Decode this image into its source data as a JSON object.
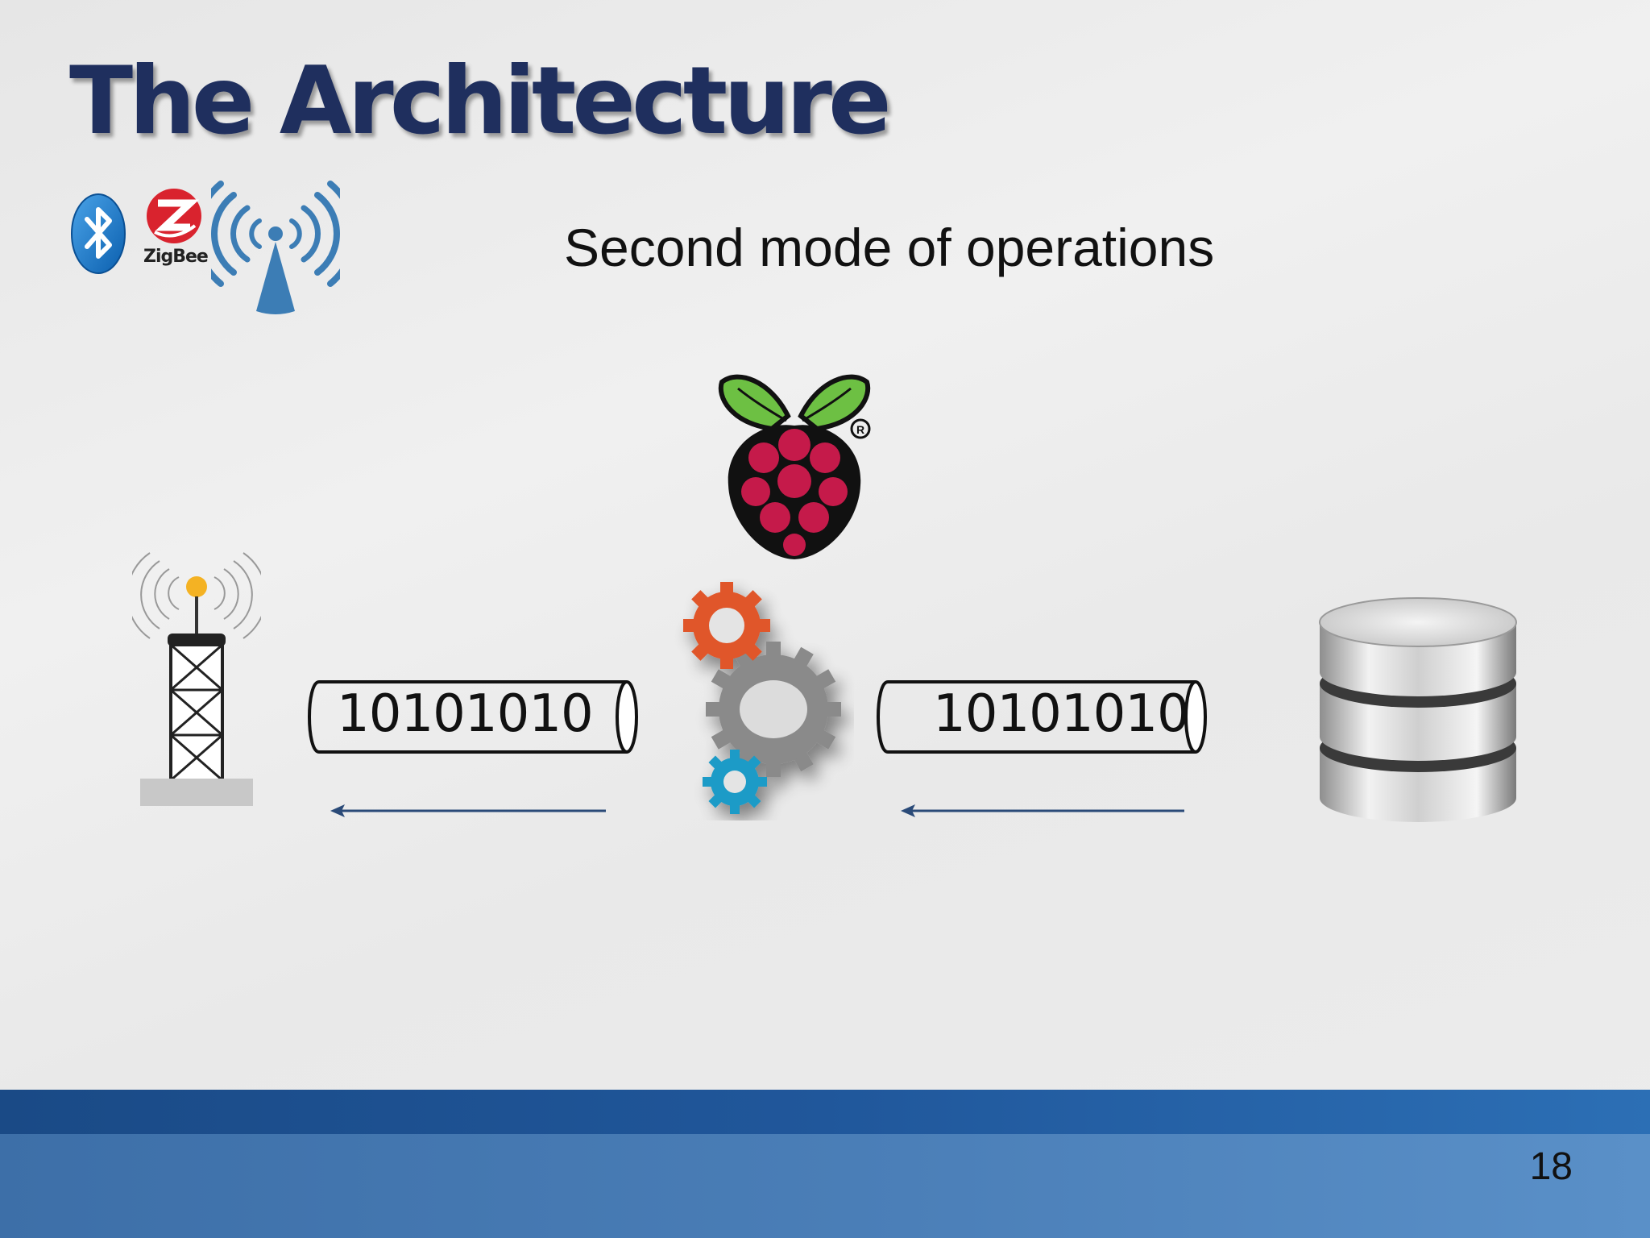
{
  "slide": {
    "title": "The Architecture",
    "subtitle": "Second mode of operations",
    "page_number": "18"
  },
  "icons": {
    "bluetooth": "bluetooth-icon",
    "zigbee": "zigbee-logo",
    "zigbee_label": "ZigBee",
    "wireless": "wireless-signal-icon",
    "raspberry": "raspberry-pi-logo",
    "tower": "radio-tower-icon",
    "gears": "gears-icon",
    "database": "database-icon"
  },
  "diagram": {
    "left_packet": "10101010",
    "right_packet": "10101010"
  },
  "colors": {
    "title": "#1f2f5e",
    "footer_dark": "#20579b",
    "footer_light": "#4b7fb8",
    "arrow": "#2a4a78",
    "gear_orange": "#e0572a",
    "gear_gray": "#8a8a8a",
    "gear_blue": "#1e9bc7"
  }
}
